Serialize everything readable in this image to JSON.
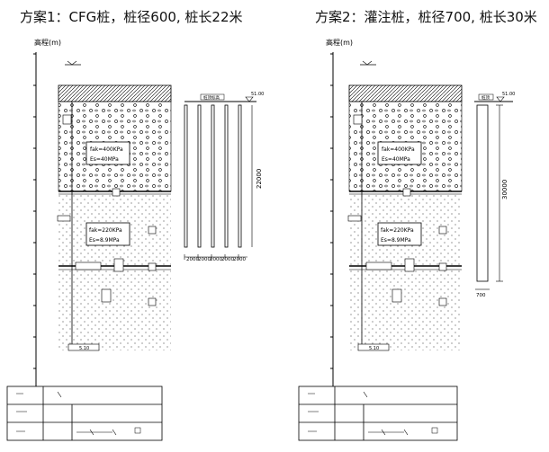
{
  "left_panel": {
    "title": "方案1：CFG桩，桩径600, 桩长22米",
    "axis_label": "高程(m)",
    "layer1_props": {
      "fak": "fak=400KPa",
      "es": "Es=40MPa"
    },
    "layer2_props": {
      "fak": "fak=220KPa",
      "es": "Es=8.9MPa"
    },
    "pile_top_tag": "桩顶标高",
    "pile_top_elev": "51.00",
    "pile_length_dim": "22000",
    "spacing_dims": [
      "2000",
      "2000",
      "2000",
      "2000",
      "2000"
    ],
    "bottom_tag": "5.10"
  },
  "right_panel": {
    "title": "方案2：灌注桩，桩径700, 桩长30米",
    "axis_label": "高程(m)",
    "layer1_props": {
      "fak": "fak=400KPa",
      "es": "Es=40MPa"
    },
    "layer2_props": {
      "fak": "fak=220KPa",
      "es": "Es=8.9MPa"
    },
    "pile_top_tag": "桩顶",
    "pile_top_elev": "51.00",
    "pile_length_dim": "30000",
    "pile_dia_dim": "700",
    "bottom_tag": "5.10"
  }
}
